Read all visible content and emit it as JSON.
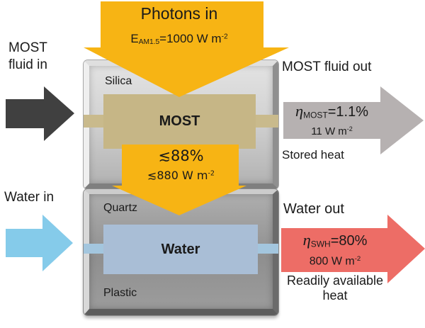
{
  "top_arrow": {
    "title": "Photons in",
    "energy": {
      "base": "E",
      "sub": "AM1.5",
      "eq": "=1000 W m",
      "sup": "-2"
    }
  },
  "left": {
    "most_in_line1": "MOST",
    "most_in_line2": "fluid in",
    "water_in": "Water in"
  },
  "device": {
    "top_layer_label": "Silica",
    "most_label": "MOST",
    "bottom_layer_top_label": "Quartz",
    "water_label": "Water",
    "bottom_layer_bottom_label": "Plastic"
  },
  "mid_arrow": {
    "percent": "≲88%",
    "flux": {
      "base": "≲880 W m",
      "sup": "-2"
    }
  },
  "right_top": {
    "title": "MOST fluid out",
    "eta": {
      "base": "η",
      "sub": "MOST",
      "eq": "=1.1%"
    },
    "flux": {
      "base": "11 W m",
      "sup": "-2"
    },
    "caption": "Stored heat"
  },
  "right_bottom": {
    "title": "Water out",
    "eta": {
      "base": "η",
      "sub": "SWH",
      "eq": "=80%"
    },
    "flux": {
      "base": "800 W m",
      "sup": "-2"
    },
    "caption_line1": "Readily available",
    "caption_line2": "heat"
  },
  "colors": {
    "photon_yellow": "#f7b414",
    "most_fluid_dark": "#404040",
    "water_blue": "#85cbea",
    "stored_heat_gray": "#b6b1b1",
    "water_heat_red": "#ed6d66",
    "most_box_tan": "#c6b686",
    "water_box_blue": "#a9bed6"
  }
}
